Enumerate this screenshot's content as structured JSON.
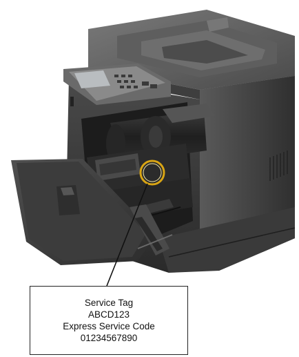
{
  "label": {
    "service_tag_title": "Service Tag",
    "service_tag_value": "ABCD123",
    "express_code_title": "Express Service Code",
    "express_code_value": "01234567890"
  },
  "colors": {
    "body_dark": "#3a3a3a",
    "body_mid": "#5c5c5c",
    "body_light": "#8a8a8a",
    "highlight_ring": "#d9a514"
  }
}
